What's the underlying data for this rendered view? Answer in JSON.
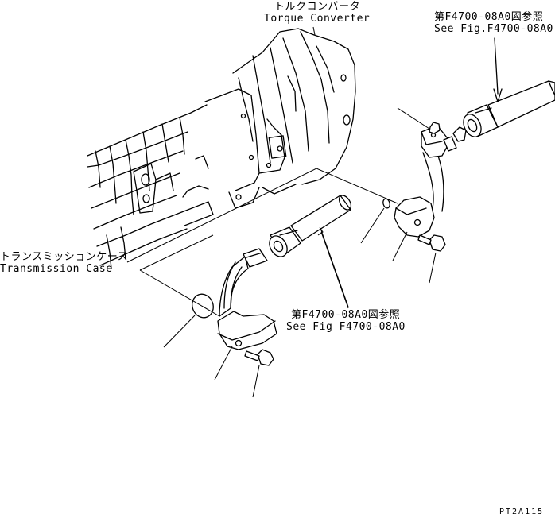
{
  "labels": {
    "torque_converter_jp": "トルクコンバータ",
    "torque_converter_en": "Torque Converter",
    "transmission_case_jp": "トランスミッションケース",
    "transmission_case_en": "Transmission Case",
    "see_fig_top_jp": "第F4700-08A0図参照",
    "see_fig_top_en": "See Fig.F4700-08A0",
    "see_fig_mid_jp": "第F4700-08A0図参照",
    "see_fig_mid_en": "See Fig F4700-08A0",
    "drawing_code": "PT2A115"
  },
  "colors": {
    "line": "#000000",
    "background": "#ffffff"
  }
}
